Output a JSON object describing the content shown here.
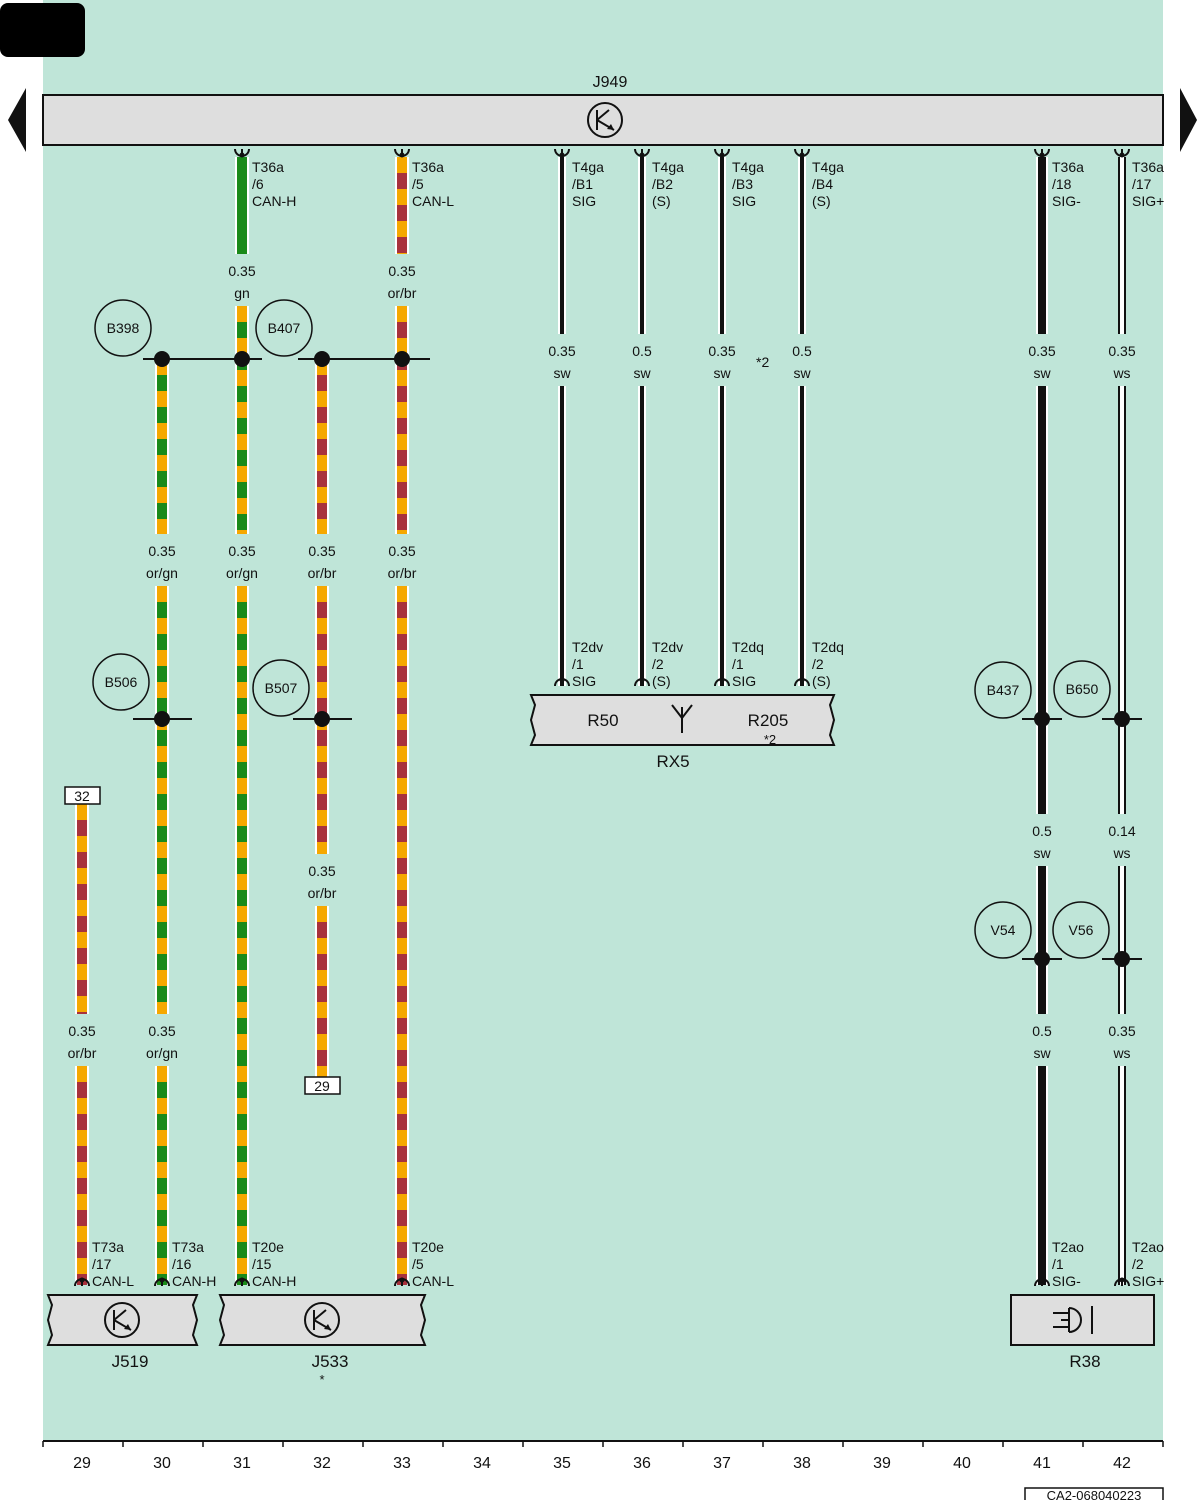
{
  "title_module": "J949",
  "columns": [
    "29",
    "30",
    "31",
    "32",
    "33",
    "34",
    "35",
    "36",
    "37",
    "38",
    "39",
    "40",
    "41",
    "42"
  ],
  "footer_code": "CA2-068040223",
  "colors": {
    "background": "#bfe5d8",
    "module_fill": "#dedede",
    "or": "#f5a800",
    "gn": "#1a8a1a",
    "br": "#a8323c",
    "sw": "#111111",
    "ws": "#ffffff"
  },
  "top_pins": [
    {
      "col": 31,
      "lines": [
        "T36a",
        "/6",
        "CAN-H"
      ]
    },
    {
      "col": 33,
      "lines": [
        "T36a",
        "/5",
        "CAN-L"
      ]
    },
    {
      "col": 35,
      "lines": [
        "T4ga",
        "/B1",
        "SIG"
      ]
    },
    {
      "col": 36,
      "lines": [
        "T4ga",
        "/B2",
        "(S)"
      ]
    },
    {
      "col": 37,
      "lines": [
        "T4ga",
        "/B3",
        "SIG"
      ]
    },
    {
      "col": 38,
      "lines": [
        "T4ga",
        "/B4",
        "(S)"
      ]
    },
    {
      "col": 41,
      "lines": [
        "T36a",
        "/18",
        "SIG-"
      ]
    },
    {
      "col": 42,
      "lines": [
        "T36a",
        "/17",
        "SIG+"
      ]
    }
  ],
  "mid_pins": [
    {
      "col": 35,
      "lines": [
        "T2dv",
        "/1",
        "SIG"
      ]
    },
    {
      "col": 36,
      "lines": [
        "T2dv",
        "/2",
        "(S)"
      ]
    },
    {
      "col": 37,
      "lines": [
        "T2dq",
        "/1",
        "SIG"
      ]
    },
    {
      "col": 38,
      "lines": [
        "T2dq",
        "/2",
        "(S)"
      ]
    }
  ],
  "bottom_pins": [
    {
      "col": 29,
      "lines": [
        "T73a",
        "/17",
        "CAN-L"
      ]
    },
    {
      "col": 30,
      "lines": [
        "T73a",
        "/16",
        "CAN-H"
      ]
    },
    {
      "col": 31,
      "lines": [
        "T20e",
        "/15",
        "CAN-H"
      ]
    },
    {
      "col": 33,
      "lines": [
        "T20e",
        "/5",
        "CAN-L"
      ]
    },
    {
      "col": 41,
      "lines": [
        "T2ao",
        "/1",
        "SIG-"
      ]
    },
    {
      "col": 42,
      "lines": [
        "T2ao",
        "/2",
        "SIG+"
      ]
    }
  ],
  "wire_labels": [
    {
      "col": 31,
      "row": 1,
      "size": "0.35",
      "color": "gn"
    },
    {
      "col": 33,
      "row": 1,
      "size": "0.35",
      "color": "or/br"
    },
    {
      "col": 35,
      "row": 2,
      "size": "0.35",
      "color": "sw"
    },
    {
      "col": 36,
      "row": 2,
      "size": "0.5",
      "color": "sw"
    },
    {
      "col": 37,
      "row": 2,
      "size": "0.35",
      "color": "sw"
    },
    {
      "col": 38,
      "row": 2,
      "size": "0.5",
      "color": "sw"
    },
    {
      "col": 41,
      "row": 2,
      "size": "0.35",
      "color": "sw"
    },
    {
      "col": 42,
      "row": 2,
      "size": "0.35",
      "color": "ws"
    },
    {
      "col": 30,
      "row": 3,
      "size": "0.35",
      "color": "or/gn"
    },
    {
      "col": 31,
      "row": 3,
      "size": "0.35",
      "color": "or/gn"
    },
    {
      "col": 32,
      "row": 3,
      "size": "0.35",
      "color": "or/br"
    },
    {
      "col": 33,
      "row": 3,
      "size": "0.35",
      "color": "or/br"
    },
    {
      "col": 41,
      "row": 4,
      "size": "0.5",
      "color": "sw"
    },
    {
      "col": 42,
      "row": 4,
      "size": "0.14",
      "color": "ws"
    },
    {
      "col": 32,
      "row": 5,
      "size": "0.35",
      "color": "or/br"
    },
    {
      "col": 29,
      "row": 6,
      "size": "0.35",
      "color": "or/br"
    },
    {
      "col": 30,
      "row": 6,
      "size": "0.35",
      "color": "or/gn"
    },
    {
      "col": 41,
      "row": 6,
      "size": "0.5",
      "color": "sw"
    },
    {
      "col": 42,
      "row": 6,
      "size": "0.35",
      "color": "ws"
    }
  ],
  "splices": [
    "B398",
    "B407",
    "B506",
    "B507",
    "B437",
    "B650",
    "V54",
    "V56"
  ],
  "refs": [
    "32",
    "29"
  ],
  "note_star2": "*2",
  "components": {
    "rx5": {
      "name": "RX5",
      "r50": "R50",
      "r205": "R205",
      "note": "*2"
    },
    "j519": {
      "name": "J519"
    },
    "j533": {
      "name": "J533",
      "note": "*"
    },
    "r38": {
      "name": "R38"
    }
  }
}
